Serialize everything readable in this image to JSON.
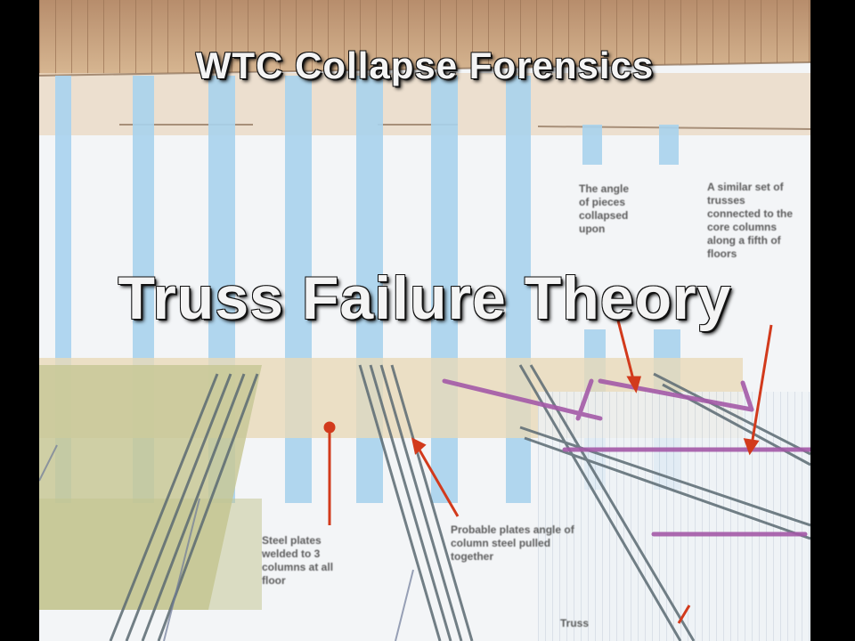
{
  "video": {
    "header_title": "WTC Collapse Forensics",
    "main_title": "Truss Failure Theory"
  },
  "annotations": [
    {
      "id": "top-middle",
      "text": "The angle of pieces collapsed upon"
    },
    {
      "id": "top-right",
      "text": "A similar set of trusses connected to the core columns along a fifth of floors"
    },
    {
      "id": "bottom-left",
      "text": "Steel plates welded to 3 columns at all floor"
    },
    {
      "id": "bottom-middle",
      "text": "Probable plates angle of column steel pulled together"
    },
    {
      "id": "bottom-right",
      "text": "Truss"
    }
  ],
  "colors": {
    "ceiling": "#c9a07a",
    "columns": "#a9d3ee",
    "floor_band": "#e8d9b8",
    "olive_slab": "#c8c896",
    "truss": "#5b6a72",
    "purple_beam": "#a45aa8",
    "arrow": "#d23a1c"
  }
}
